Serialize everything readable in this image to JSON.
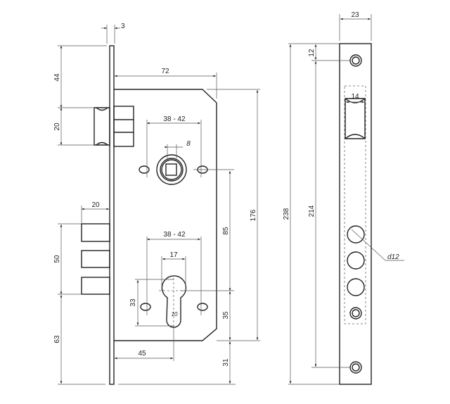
{
  "title": "Mortise lock technical drawing",
  "dimensions": {
    "faceplate_thickness": "3",
    "top_to_latch": "44",
    "latch_height": "20",
    "body_depth": "72",
    "handle_spacing": "38 - 42",
    "spindle_square": "8",
    "bolt_projection": "20",
    "bolts_height": "50",
    "bolt_to_bottom": "63",
    "cylinder_spacing": "38 - 42",
    "cylinder_width": "17",
    "cylinder_height": "33",
    "cylinder_neck": "10",
    "backset": "45",
    "handle_to_cylinder": "85",
    "body_height": "176",
    "cylinder_to_body_bottom": "35",
    "body_bottom_to_plate": "31",
    "plate_length": "238",
    "screw_spacing": "214",
    "screw_offset": "12",
    "plate_width": "23",
    "latch_width": "14",
    "bolt_hole_diameter": "d12"
  }
}
